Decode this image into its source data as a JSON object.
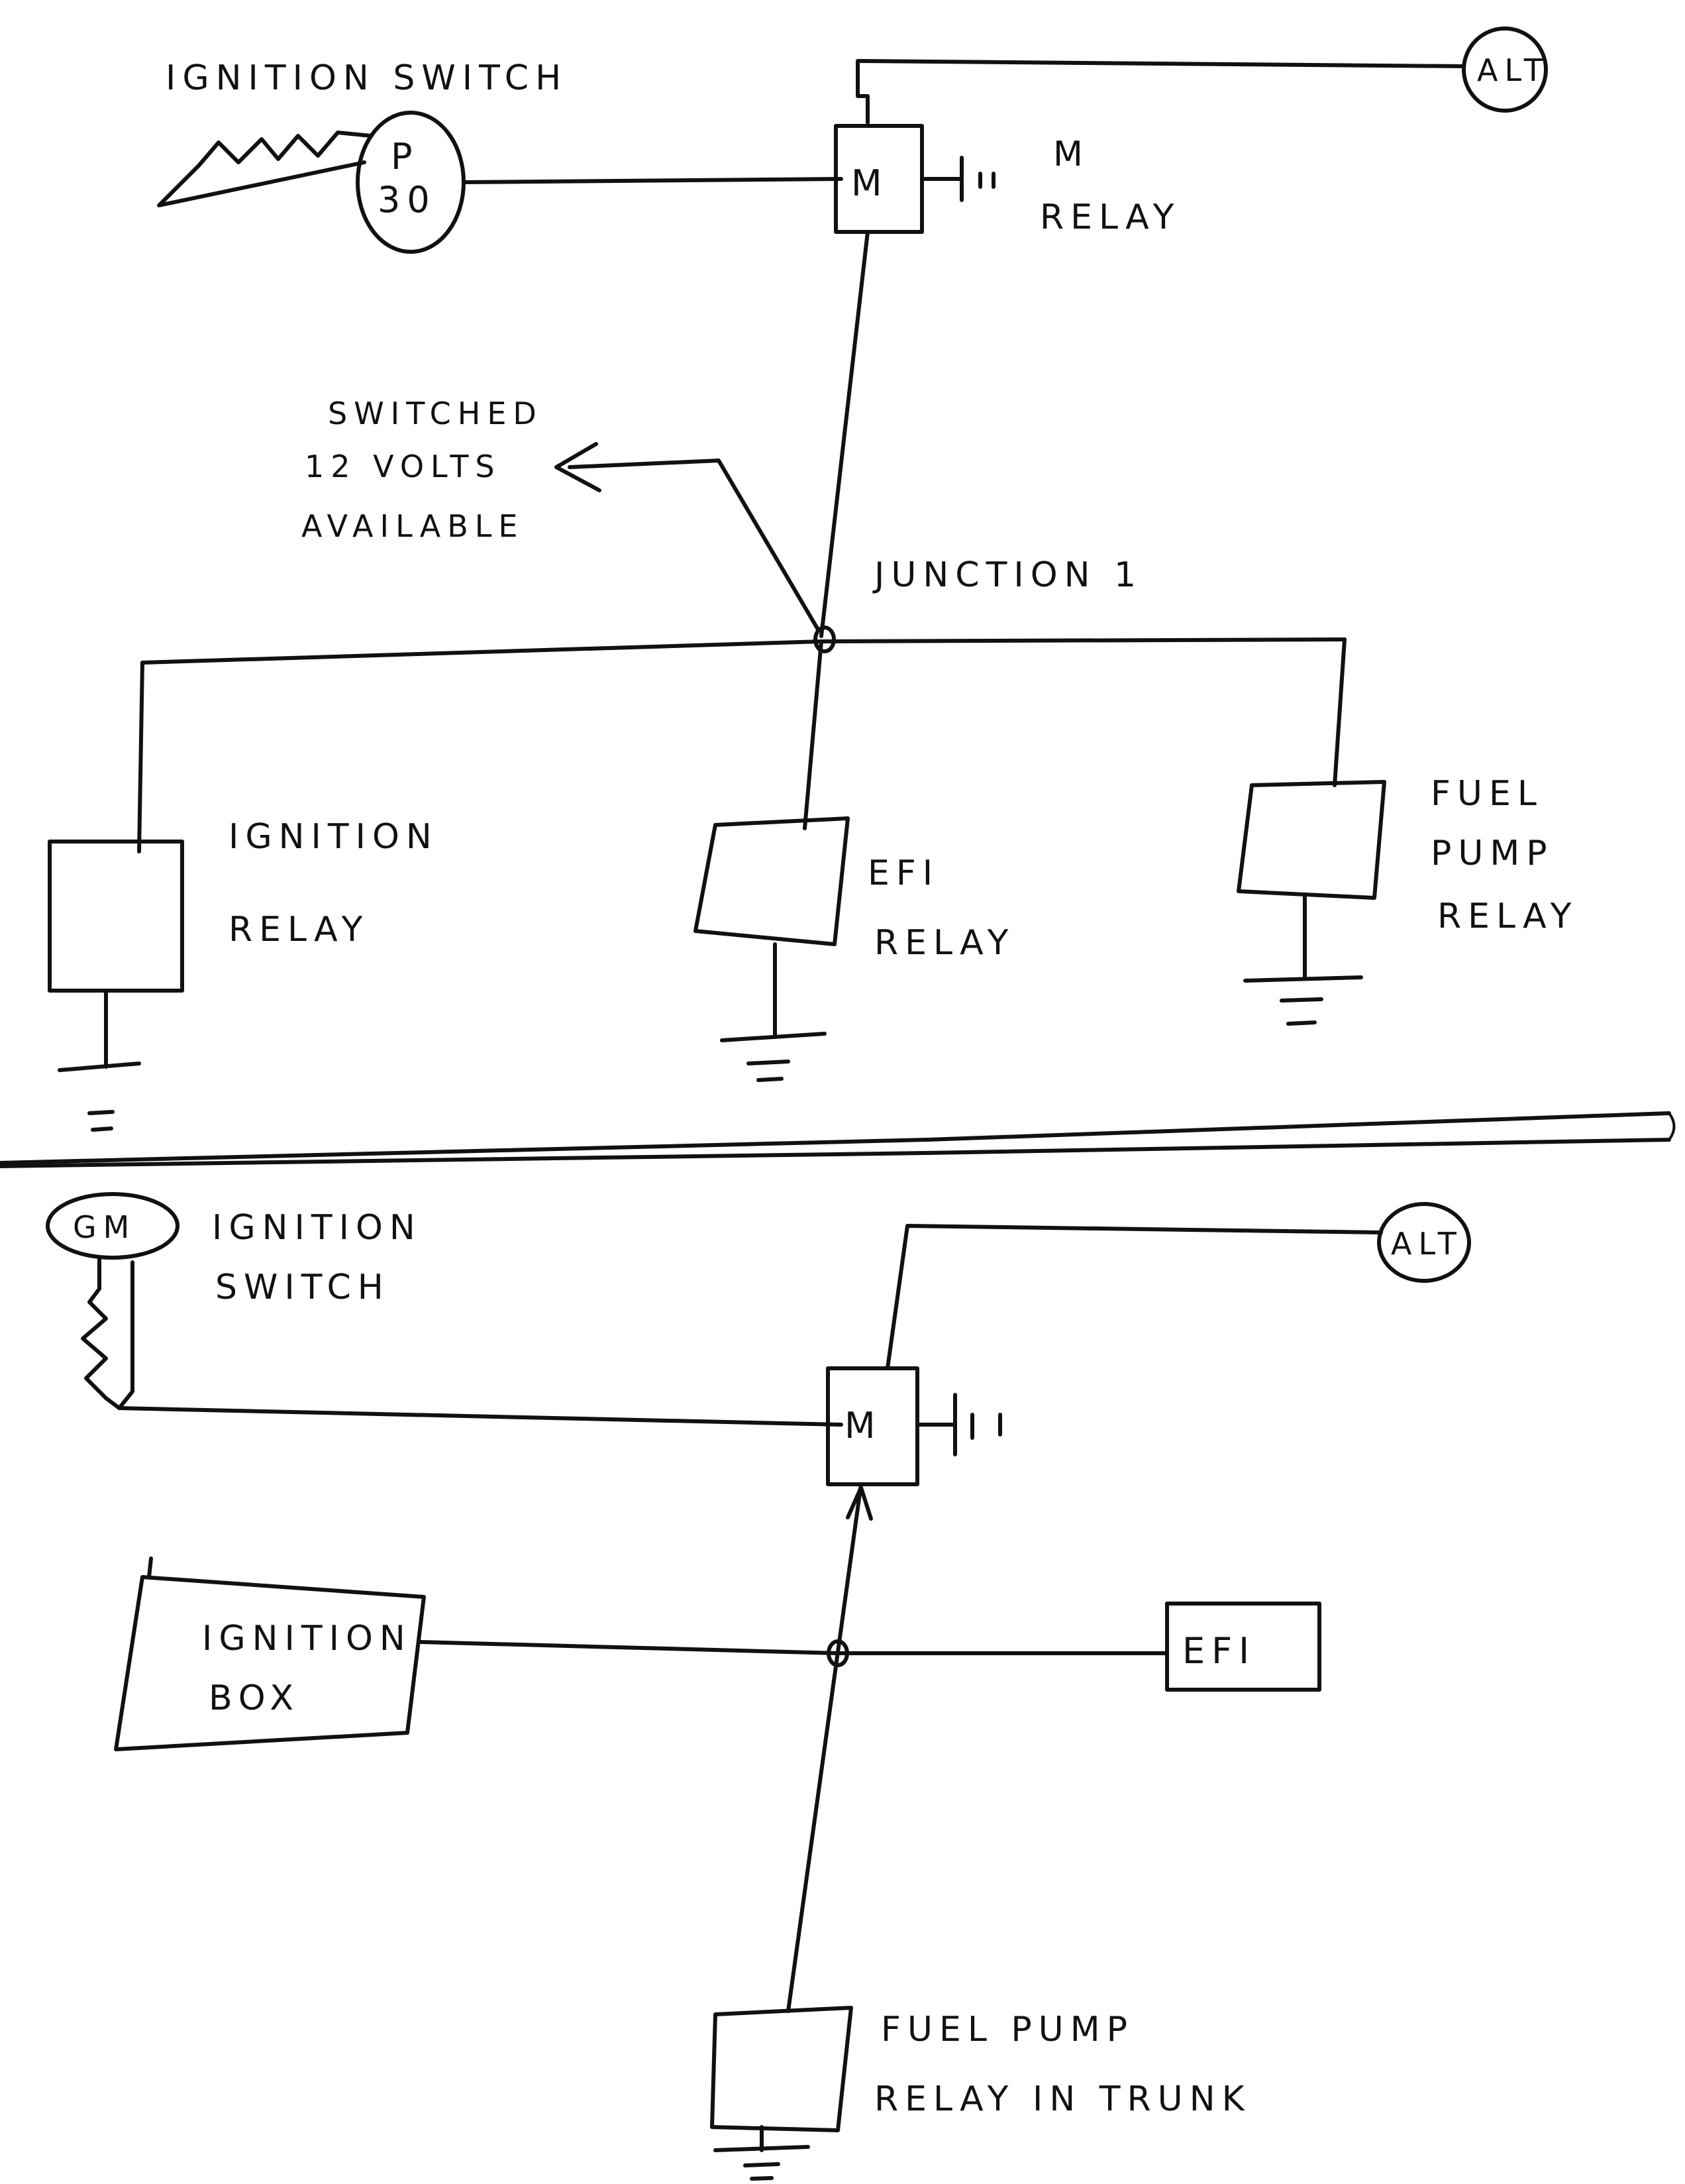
{
  "top_diagram": {
    "ignition_switch_label": "IGNITION SWITCH",
    "switch_marking_1": "P",
    "switch_marking_2": "30",
    "alt_label": "ALT",
    "m_relay_box_label": "M",
    "m_relay_label_1": "M",
    "m_relay_label_2": "RELAY",
    "note_line_1": "SWITCHED",
    "note_line_2": "12 VOLTS",
    "note_line_3": "AVAILABLE",
    "junction_label": "JUNCTION 1",
    "ignition_relay_label_1": "IGNITION",
    "ignition_relay_label_2": "RELAY",
    "efi_relay_label_1": "EFI",
    "efi_relay_label_2": "RELAY",
    "fuel_pump_relay_label_1": "FUEL",
    "fuel_pump_relay_label_2": "PUMP",
    "fuel_pump_relay_label_3": "RELAY"
  },
  "bottom_diagram": {
    "gm_label": "GM",
    "ignition_switch_label_1": "IGNITION",
    "ignition_switch_label_2": "SWITCH",
    "alt_label": "ALT",
    "m_relay_box_label": "M",
    "ignition_box_label_1": "IGNITION",
    "ignition_box_label_2": "BOX",
    "efi_label": "EFI",
    "fuel_pump_relay_label_1": "FUEL PUMP",
    "fuel_pump_relay_label_2": "RELAY  IN TRUNK"
  },
  "colors": {
    "ink": "#111111",
    "paper": "#ffffff"
  }
}
